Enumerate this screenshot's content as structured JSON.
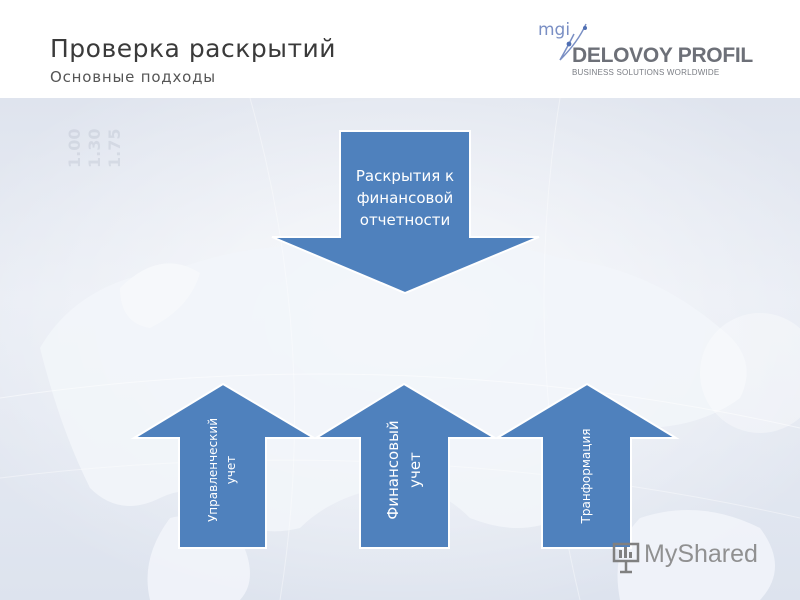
{
  "slide": {
    "title": "Проверка раскрытий",
    "subtitle": "Основные подходы"
  },
  "logo": {
    "mgi": "mgi",
    "name": "DELOVOY PROFIL",
    "tagline": "BUSINESS SOLUTIONS WORLDWIDE"
  },
  "diagram": {
    "top_arrow": {
      "line1": "Раскрытия к",
      "line2": "финансовой",
      "line3": "отчетности"
    },
    "bottom_arrows": [
      {
        "line1": "Управленческий",
        "line2": "учет"
      },
      {
        "line1": "Финансовый",
        "line2": "учет"
      },
      {
        "line1": "Транформация"
      }
    ]
  },
  "watermark": {
    "text": "MyShared"
  },
  "colors": {
    "arrow_fill": "#4f81bd",
    "arrow_stroke": "#ffffff",
    "map_land": "#f4f6fa",
    "map_sea": "#dce2ed"
  }
}
